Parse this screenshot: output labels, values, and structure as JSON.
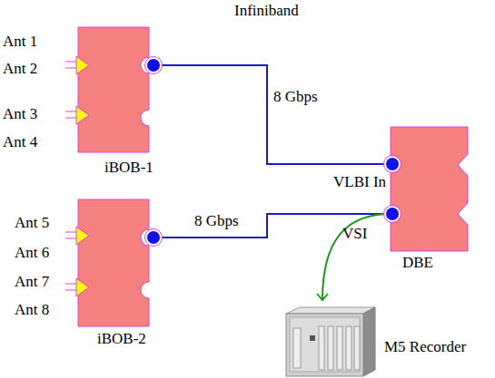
{
  "diagram": {
    "title": "Infiniband",
    "nodes": [
      {
        "text": [
          "iBOB-1"
        ]
      },
      {
        "text": [
          "DBE"
        ]
      },
      {
        "text": [
          "iBOB-2"
        ]
      },
      {
        "text": [
          "M5 Recorder"
        ]
      }
    ],
    "edges": [
      {
        "from": 0,
        "to": 1,
        "label": "8 Gbps",
        "arrow": "none"
      },
      {
        "from": 2,
        "to": 1,
        "label": "8 Gbps",
        "arrow": "none"
      },
      {
        "from": 1,
        "to": 3,
        "arrow": "to"
      }
    ],
    "labels": [
      "Ant 1",
      "Ant 2",
      "Ant 3",
      "Ant 4",
      "Ant 5",
      "Ant 6",
      "Ant 7",
      "Ant 8",
      "VLBI In",
      "VSI"
    ]
  }
}
